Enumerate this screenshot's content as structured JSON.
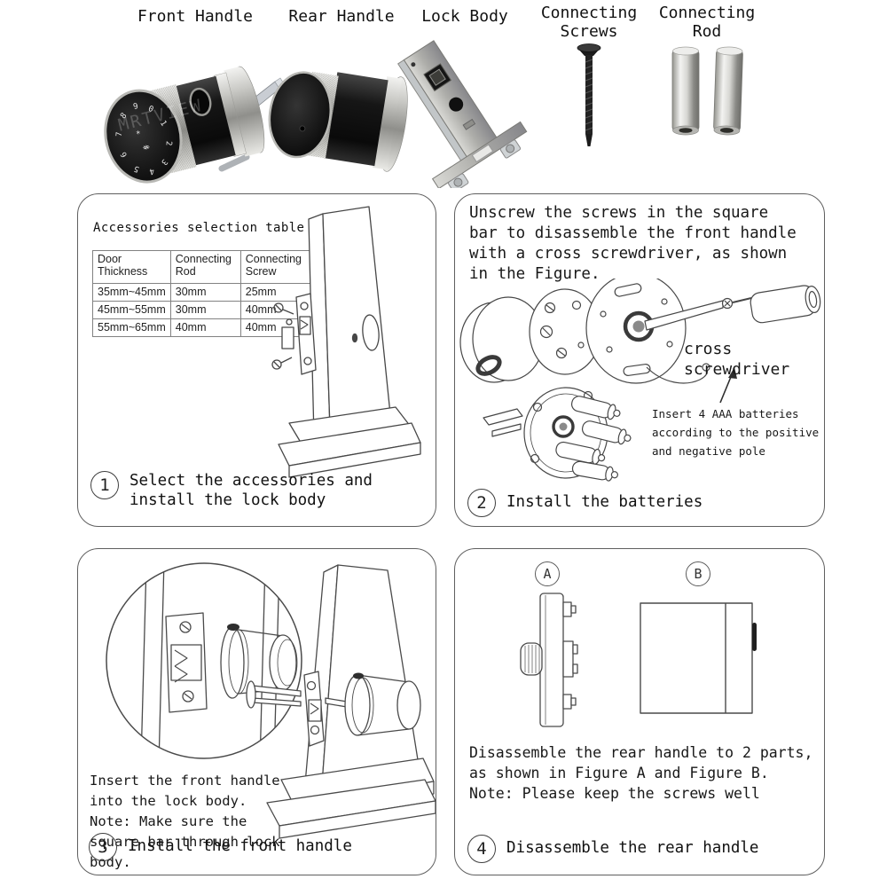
{
  "parts_row": {
    "front_handle_label": "Front Handle",
    "rear_handle_label": "Rear Handle",
    "lock_body_label": "Lock Body",
    "connecting_screws_label": "Connecting\nScrews",
    "connecting_rod_label": "Connecting\nRod",
    "watermark": "MRTVIEW",
    "keypad": {
      "digits": [
        "0",
        "1",
        "2",
        "3",
        "4",
        "5",
        "6",
        "7",
        "8",
        "9"
      ],
      "star": "*",
      "hash": "#"
    }
  },
  "panels": {
    "step1": {
      "number": "1",
      "table_title": "Accessories selection table",
      "table": {
        "col1_header": "Door\nThickness",
        "col2_header": "Connecting\nRod",
        "col3_header": "Connecting\nScrew",
        "rows": [
          {
            "thickness": "35mm~45mm",
            "rod": "30mm",
            "screw": "25mm"
          },
          {
            "thickness": "45mm~55mm",
            "rod": "30mm",
            "screw": "40mm"
          },
          {
            "thickness": "55mm~65mm",
            "rod": "40mm",
            "screw": "40mm"
          }
        ]
      },
      "caption": "Select the accessories and\ninstall the lock body"
    },
    "step2": {
      "number": "2",
      "instruction": "Unscrew the screws in the square\nbar to disassemble the front handle\nwith a cross screwdriver, as shown\nin the Figure.",
      "screwdriver_label": "cross\nscrewdriver",
      "battery_note": "Insert 4 AAA batteries\naccording to the positive\nand negative pole",
      "caption": "Install the batteries"
    },
    "step3": {
      "number": "3",
      "note": "Insert the front handle\ninto the lock body.\nNote: Make sure the\nsquare bar through lock\nbody.",
      "caption": "Install the front handle"
    },
    "step4": {
      "number": "4",
      "figure_a_label": "A",
      "figure_b_label": "B",
      "note": "Disassemble the rear handle to 2 parts,\nas shown in Figure A and Figure B.\nNote: Please keep the screws well",
      "caption": "Disassemble the rear handle"
    }
  }
}
